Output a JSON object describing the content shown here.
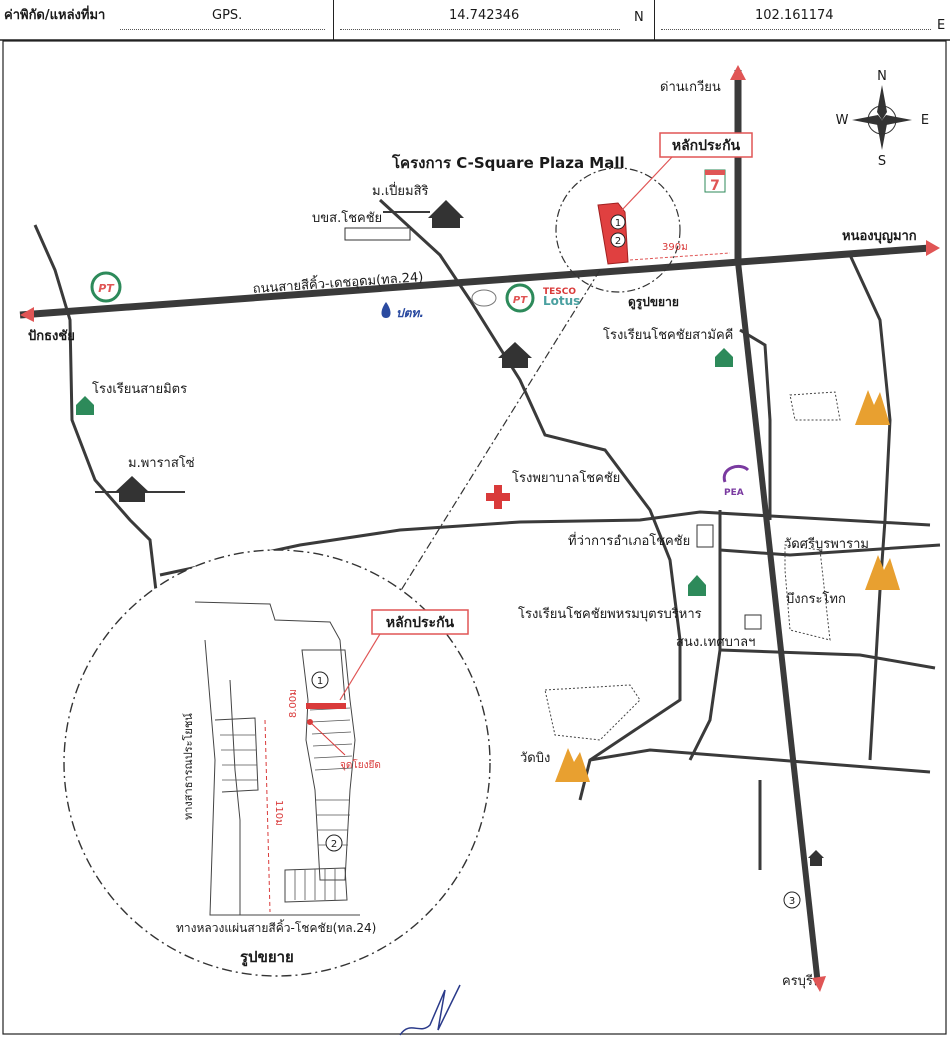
{
  "header": {
    "coord_label": "ค่าพิกัด/แหล่งที่มา",
    "source": "GPS.",
    "latitude": "14.742346",
    "lat_dir": "N",
    "longitude": "102.161174",
    "lon_dir": "E"
  },
  "compass": {
    "n": "N",
    "s": "S",
    "w": "W",
    "e": "E"
  },
  "places": {
    "project": "โครงการ C-Square Plaza Mall",
    "marker": "หลักประกัน",
    "dan_kwian": "ด่านเกวียน",
    "nong_bun_mak": "หนองบุญมาก",
    "pak_thong_chai": "ปักธงชัย",
    "khon_buri": "ครบุรี",
    "road_main": "ถนนสายสีคิ้ว-เดชอุดม(ทล.24)",
    "see_enlarged": "ดูรูปขยาย",
    "moo_pian": "ม.เปี่ยมสิริ",
    "bks": "บขส.โชคชัย",
    "school_samakkhi": "โรงเรียนโชคชัยสามัคคี",
    "school_saimit": "โรงเรียนสายมิตร",
    "moo_parasot": "ม.พาราสโซ่",
    "hospital": "โรงพยาบาลโชคชัย",
    "district_office": "ที่ว่าการอำเภอโชคชัย",
    "school_phrom": "โรงเรียนโชคชัยพหรมบุตรบริหาร",
    "municipality": "สนง.เทศบาลฯ",
    "wat_sriburapharam": "วัดศรีบูรพาราม",
    "bueng_kratok": "บึงกระโทก",
    "wat_bing": "วัดบิง",
    "dist_label": "390ม",
    "tesco": "TESCO",
    "lotus": "Lotus",
    "ptt": "ปตท.",
    "pea": "PEA",
    "pt": "PT",
    "seven": "7"
  },
  "inset": {
    "title": "รูปขยาย",
    "road_bottom": "ทางหลวงแผ่นสายสีคิ้ว-โชคชัย(ทล.24)",
    "road_left": "ทางสาธารณประโยชน์",
    "length": "110ม",
    "width": "8.00ม",
    "reference_point": "จุดโยงยึด",
    "marker": "หลักประกัน"
  },
  "numbers": {
    "one": "1",
    "two": "2",
    "three": "3"
  },
  "colors": {
    "road": "#3a3a3a",
    "accent": "#e05555",
    "land": "#e04040",
    "building": "#2d8a5a"
  }
}
